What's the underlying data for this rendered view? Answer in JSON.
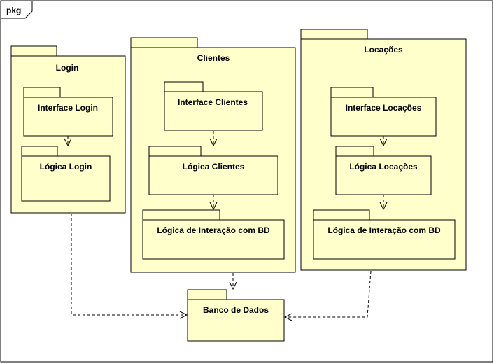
{
  "frame": {
    "label": "pkg"
  },
  "colors": {
    "package_fill": "#ffffcc",
    "stroke": "#000000",
    "background": "#ffffff"
  },
  "packages": {
    "login": {
      "title": "Login",
      "interface": "Interface Login",
      "logica": "Lógica Login"
    },
    "clientes": {
      "title": "Clientes",
      "interface": "Interface Clientes",
      "logica": "Lógica Clientes",
      "interacao": "Lógica de Interação com BD"
    },
    "locacoes": {
      "title": "Locações",
      "interface": "Interface Locações",
      "logica": "Lógica Locações",
      "interacao": "Lógica de Interação com BD"
    },
    "banco": {
      "title": "Banco de Dados"
    }
  },
  "relationship_style": "dependency (dashed line, open arrowhead)"
}
